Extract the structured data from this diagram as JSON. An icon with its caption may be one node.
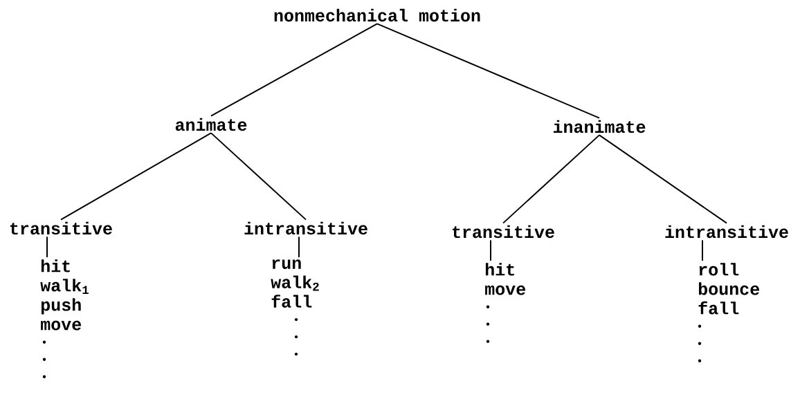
{
  "diagram": {
    "nodes": [
      {
        "text": [
          "nonmechanical motion"
        ]
      },
      {
        "text": [
          "animate"
        ]
      },
      {
        "text": [
          "inanimate"
        ]
      },
      {
        "text": [
          "transitive"
        ]
      },
      {
        "text": [
          "intransitive"
        ]
      },
      {
        "text": [
          "transitive"
        ]
      },
      {
        "text": [
          "intransitive"
        ]
      },
      {
        "text": [
          "hit",
          "walk$_{1}$",
          "push",
          "move"
        ]
      },
      {
        "text": [
          "run",
          "walk$_{2}$",
          "fall"
        ]
      },
      {
        "text": [
          "hit",
          "move"
        ]
      },
      {
        "text": [
          "roll",
          "bounce",
          "fall"
        ]
      }
    ],
    "edges": [
      {
        "from": 0,
        "to": 1,
        "arrow": "none"
      },
      {
        "from": 0,
        "to": 2,
        "arrow": "none"
      },
      {
        "from": 1,
        "to": 3,
        "arrow": "none"
      },
      {
        "from": 1,
        "to": 4,
        "arrow": "none"
      },
      {
        "from": 2,
        "to": 5,
        "arrow": "none"
      },
      {
        "from": 2,
        "to": 6,
        "arrow": "none"
      },
      {
        "from": 3,
        "to": 7,
        "arrow": "none"
      },
      {
        "from": 4,
        "to": 8,
        "arrow": "none"
      },
      {
        "from": 5,
        "to": 9,
        "arrow": "none"
      },
      {
        "from": 6,
        "to": 10,
        "arrow": "none"
      }
    ]
  }
}
